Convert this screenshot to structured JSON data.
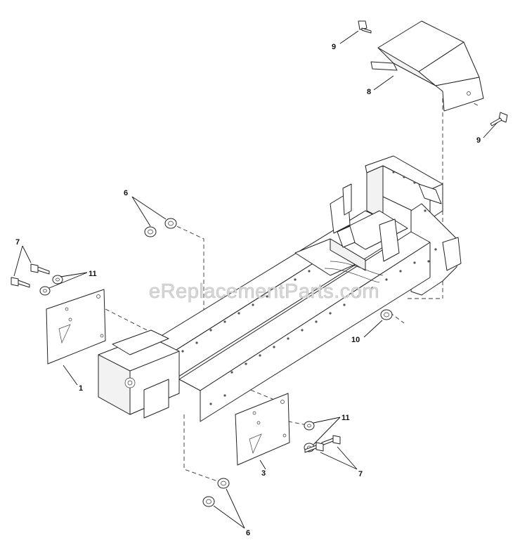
{
  "watermark": "eReplacementParts.com",
  "callouts": {
    "c1": "1",
    "c3": "3",
    "c6a": "6",
    "c6b": "6",
    "c7a": "7",
    "c7b": "7",
    "c8": "8",
    "c9a": "9",
    "c9b": "9",
    "c10": "10",
    "c11a": "11",
    "c11b": "11"
  }
}
